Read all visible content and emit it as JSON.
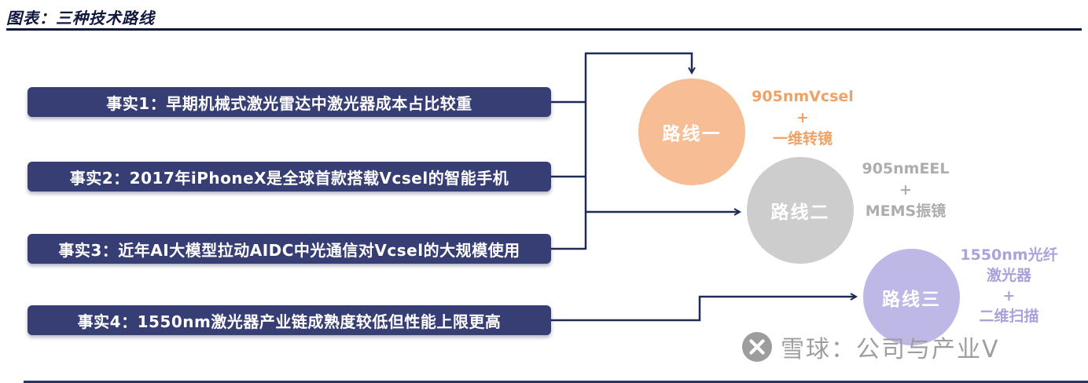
{
  "header": {
    "title": "图表：三种技术路线"
  },
  "facts": [
    {
      "label": "事实1：早期机械式激光雷达中激光器成本占比较重"
    },
    {
      "label": "事实2：2017年iPhoneX是全球首款搭载Vcsel的智能手机"
    },
    {
      "label": "事实3：近年AI大模型拉动AIDC中光通信对Vcsel的大规模使用"
    },
    {
      "label": "事实4：1550nm激光器产业链成熟度较低但性能上限更高"
    }
  ],
  "routes": [
    {
      "name": "路线一",
      "circle_color": "#F7BE95",
      "label_color": "#F0A264",
      "lines": [
        "905nmVcsel",
        "+",
        "一维转镜"
      ]
    },
    {
      "name": "路线二",
      "circle_color": "#CDCDCD",
      "label_color": "#ADADAD",
      "lines": [
        "905nmEEL",
        "+",
        "MEMS振镜"
      ]
    },
    {
      "name": "路线三",
      "circle_color": "#BDB8E5",
      "label_color": "#A9A2DB",
      "lines": [
        "1550nm光纤",
        "激光器",
        "+",
        "二维扫描"
      ]
    }
  ],
  "watermark": {
    "brand": "雪球：公司与产业V",
    "logo": "snowball-logo"
  },
  "colors": {
    "fact_box": "#363E74",
    "connector_line": "#1F2A56",
    "title_text": "#10173E",
    "watermark_gray": "#9E9E9E"
  }
}
